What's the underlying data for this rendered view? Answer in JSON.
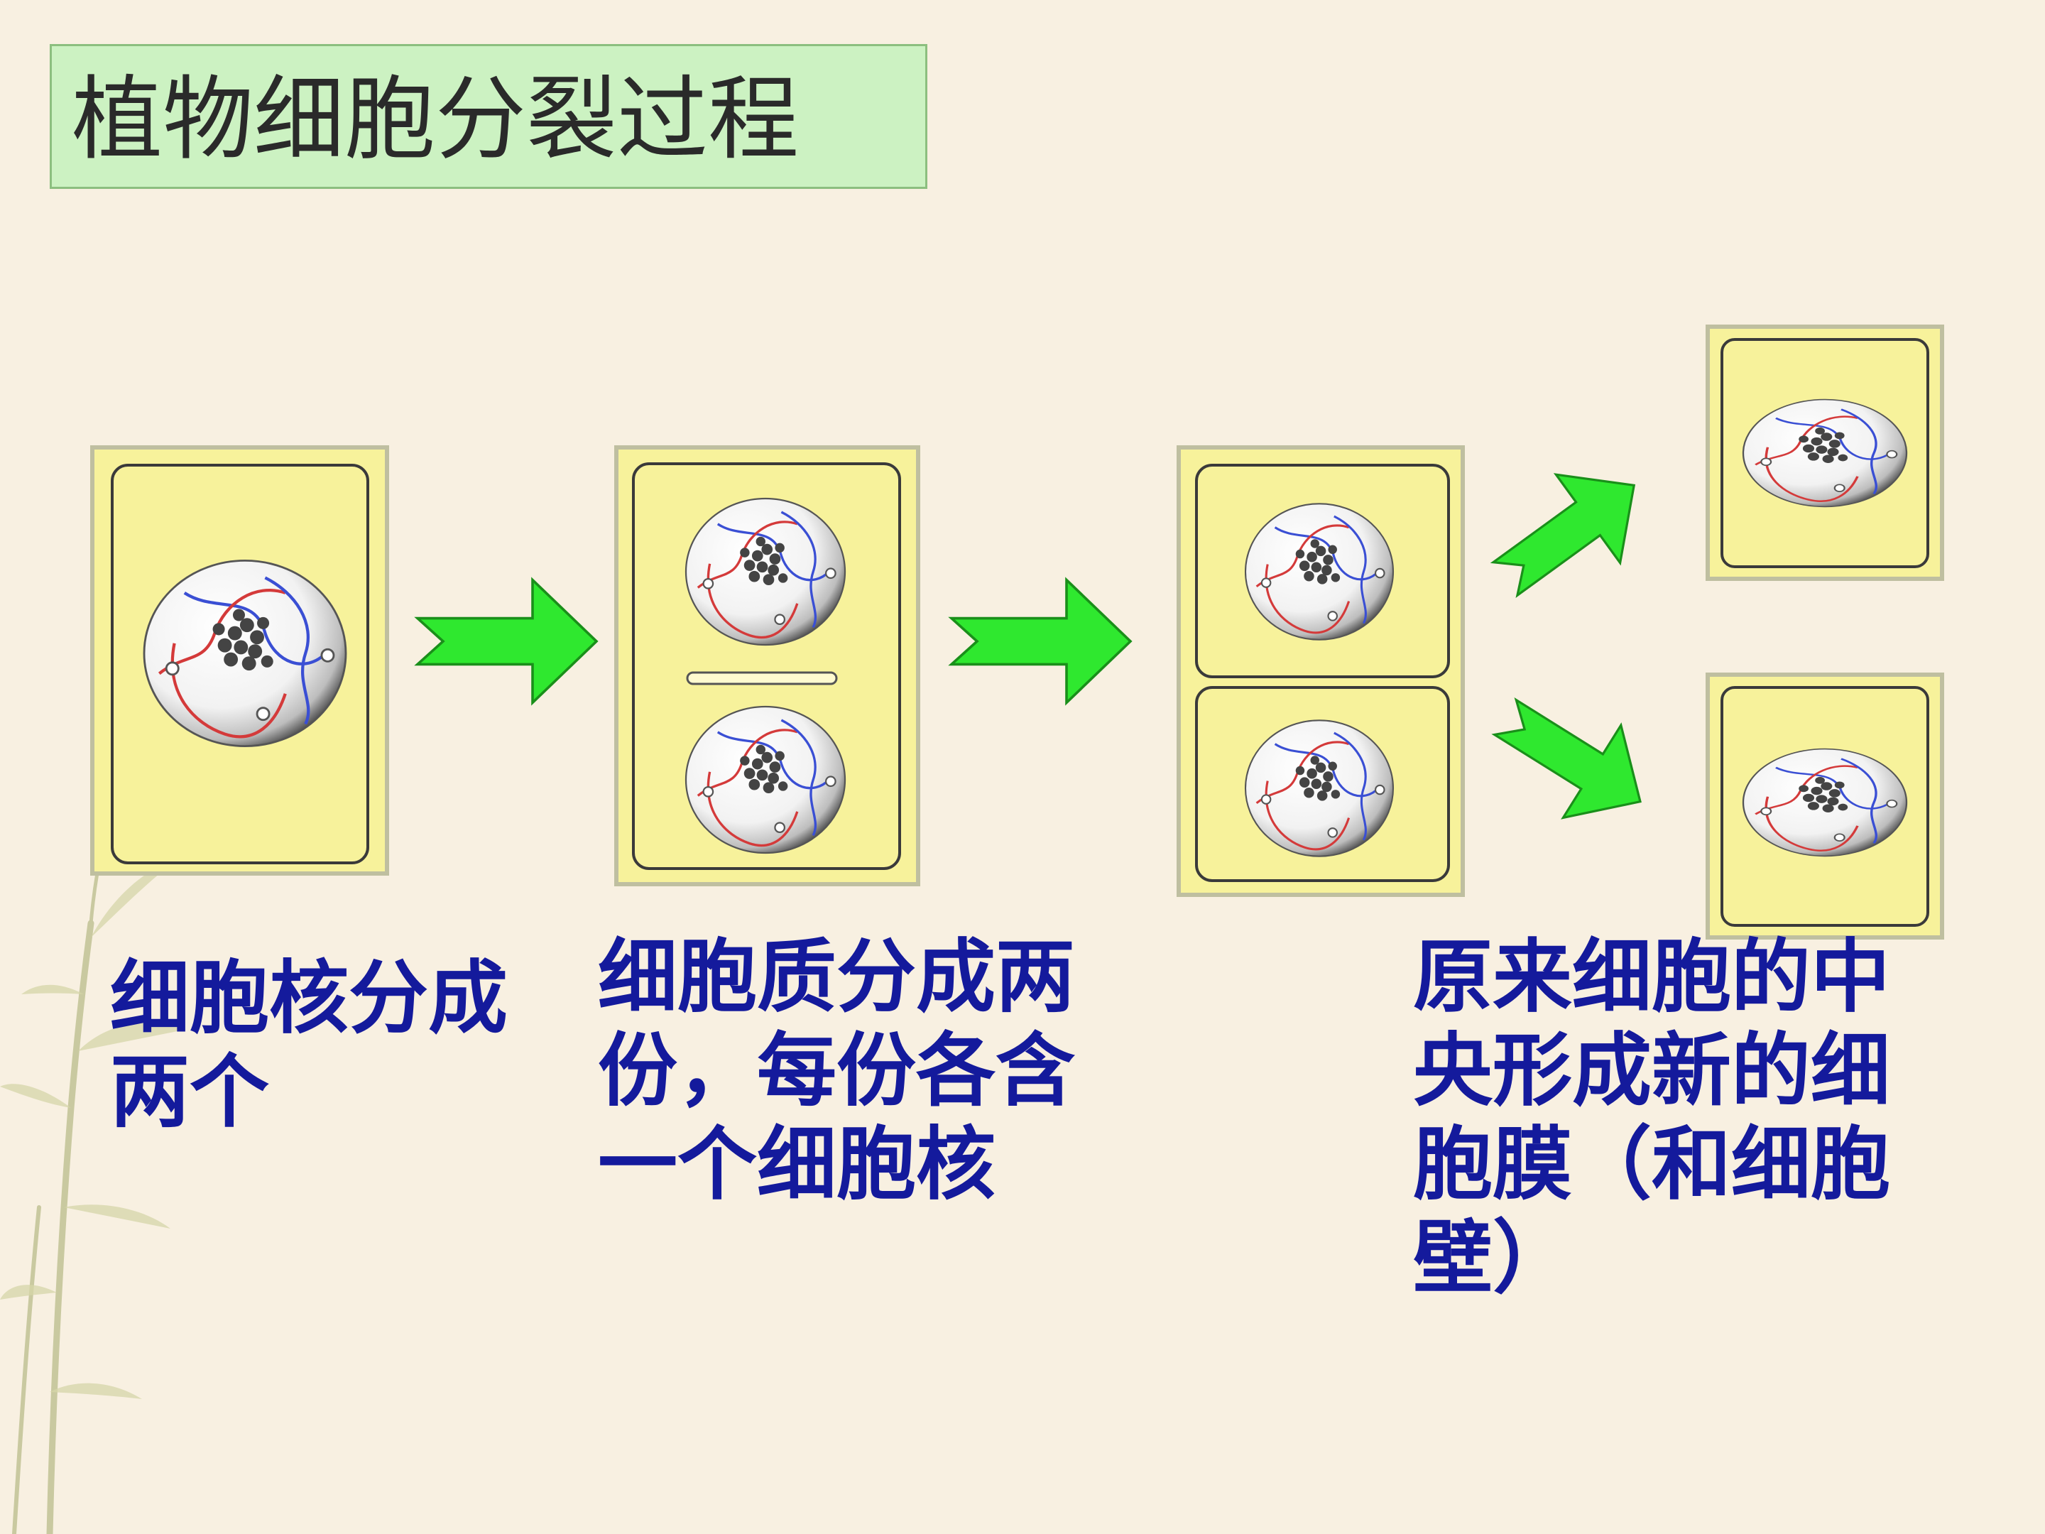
{
  "title": "植物细胞分裂过程",
  "captions": {
    "step1": "细胞核分成\n两个",
    "step2": "细胞质分成两\n份，每份各含\n一个细胞核",
    "step3": "原来细胞的中\n央形成新的细\n胞膜（和细胞\n壁）"
  },
  "colors": {
    "background": "#f8f0e1",
    "title_box": "#ccf2c2",
    "cell_fill": "#f7f29b",
    "arrow": "#2fe82f",
    "caption_text": "#141a9c"
  }
}
